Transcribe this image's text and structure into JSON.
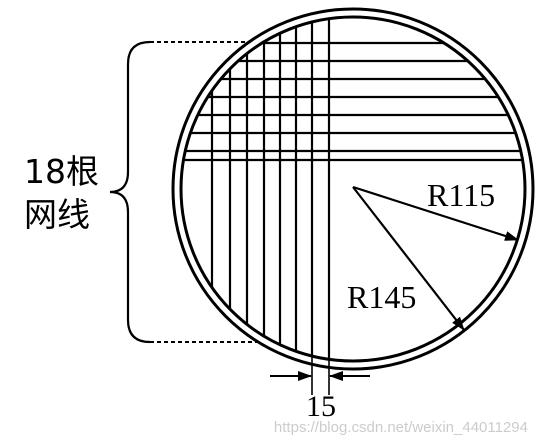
{
  "labels": {
    "line_count_line1": "18根",
    "line_count_line2": "网线",
    "inner_radius": "R115",
    "outer_radius": "R145",
    "spacing": "15"
  },
  "watermark": "https://blog.csdn.net/weixin_44011294",
  "colors": {
    "stroke": "#000000",
    "background": "#ffffff",
    "watermark": "#cccccc"
  }
}
